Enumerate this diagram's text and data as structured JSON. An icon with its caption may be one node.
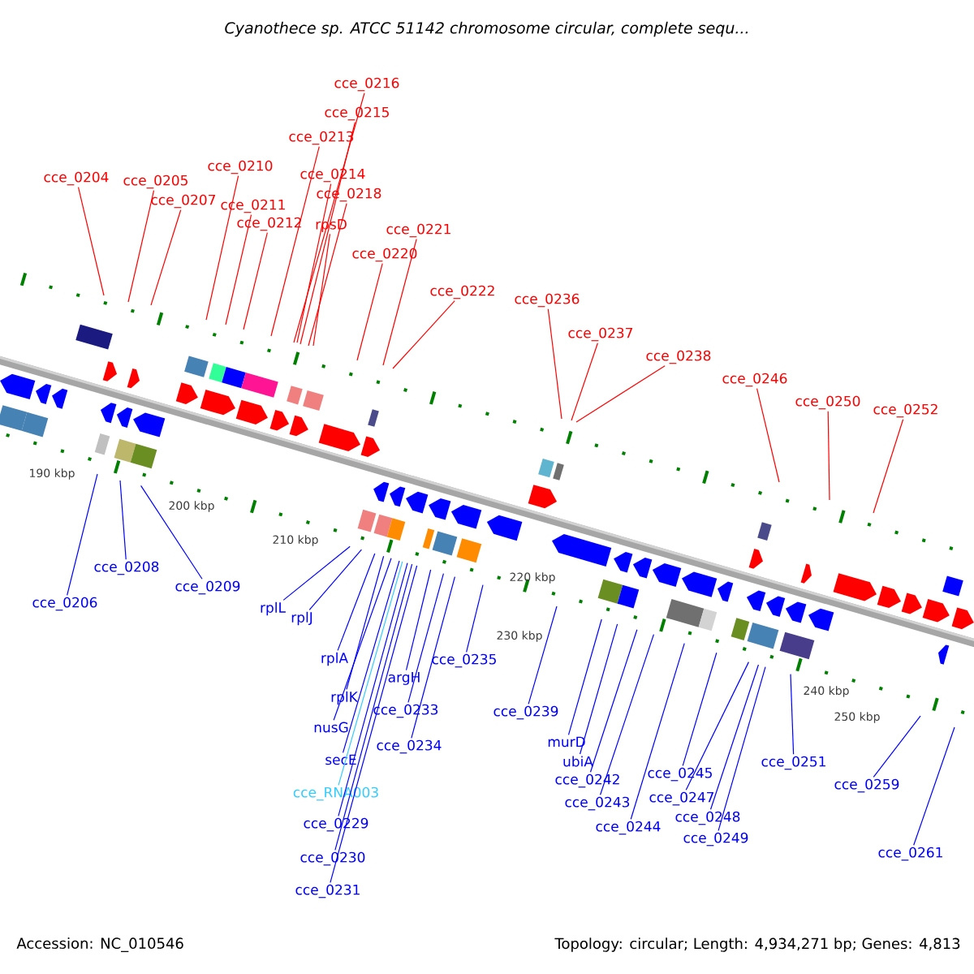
{
  "diagram": {
    "title": "Cyanothece sp. ATCC 51142 chromosome circular, complete sequ...",
    "nodes": [
      {
        "text": [
          "cce_0204"
        ]
      },
      {
        "text": [
          "cce_0205"
        ]
      },
      {
        "text": [
          "cce_0207"
        ]
      },
      {
        "text": [
          "cce_0210"
        ]
      },
      {
        "text": [
          "cce_0211"
        ]
      },
      {
        "text": [
          "cce_0212"
        ]
      },
      {
        "text": [
          "cce_0213"
        ]
      },
      {
        "text": [
          "cce_0214"
        ]
      },
      {
        "text": [
          "cce_0215"
        ]
      },
      {
        "text": [
          "cce_0216"
        ]
      },
      {
        "text": [
          "cce_0218"
        ]
      },
      {
        "text": [
          "rpsD"
        ]
      },
      {
        "text": [
          "cce_0221"
        ]
      },
      {
        "text": [
          "cce_0220"
        ]
      },
      {
        "text": [
          "cce_0222"
        ]
      },
      {
        "text": [
          "cce_0236"
        ]
      },
      {
        "text": [
          "cce_0237"
        ]
      },
      {
        "text": [
          "cce_0238"
        ]
      },
      {
        "text": [
          "cce_0246"
        ]
      },
      {
        "text": [
          "cce_0250"
        ]
      },
      {
        "text": [
          "cce_0252"
        ]
      },
      {
        "text": [
          "cce_0206"
        ]
      },
      {
        "text": [
          "cce_0208"
        ]
      },
      {
        "text": [
          "cce_0209"
        ]
      },
      {
        "text": [
          "rplL"
        ]
      },
      {
        "text": [
          "rplJ"
        ]
      },
      {
        "text": [
          "rplA"
        ]
      },
      {
        "text": [
          "rplK"
        ]
      },
      {
        "text": [
          "nusG"
        ]
      },
      {
        "text": [
          "secE"
        ]
      },
      {
        "text": [
          "cce_RNA003"
        ]
      },
      {
        "text": [
          "cce_0229"
        ]
      },
      {
        "text": [
          "cce_0230"
        ]
      },
      {
        "text": [
          "cce_0231"
        ]
      },
      {
        "text": [
          "argH"
        ]
      },
      {
        "text": [
          "cce_0233"
        ]
      },
      {
        "text": [
          "cce_0234"
        ]
      },
      {
        "text": [
          "cce_0235"
        ]
      },
      {
        "text": [
          "cce_0239"
        ]
      },
      {
        "text": [
          "murD"
        ]
      },
      {
        "text": [
          "ubiA"
        ]
      },
      {
        "text": [
          "cce_0242"
        ]
      },
      {
        "text": [
          "cce_0243"
        ]
      },
      {
        "text": [
          "cce_0244"
        ]
      },
      {
        "text": [
          "cce_0245"
        ]
      },
      {
        "text": [
          "cce_0247"
        ]
      },
      {
        "text": [
          "cce_0248"
        ]
      },
      {
        "text": [
          "cce_0249"
        ]
      },
      {
        "text": [
          "cce_0251"
        ]
      },
      {
        "text": [
          "cce_0259"
        ]
      },
      {
        "text": [
          "cce_0261"
        ]
      }
    ],
    "edges": [
      {
        "from": 0,
        "to": null,
        "arrow": "none",
        "color": "#ff0000"
      },
      {
        "from": 1,
        "to": null,
        "arrow": "none",
        "color": "#ff0000"
      },
      {
        "from": 2,
        "to": null,
        "arrow": "none",
        "color": "#ff0000"
      },
      {
        "from": 3,
        "to": null,
        "arrow": "none",
        "color": "#ff0000"
      },
      {
        "from": 4,
        "to": null,
        "arrow": "none",
        "color": "#ff0000"
      },
      {
        "from": 5,
        "to": null,
        "arrow": "none",
        "color": "#ff0000"
      },
      {
        "from": 6,
        "to": null,
        "arrow": "none",
        "color": "#ff0000"
      },
      {
        "from": 7,
        "to": null,
        "arrow": "none",
        "color": "#ff0000"
      },
      {
        "from": 8,
        "to": null,
        "arrow": "none",
        "color": "#ff0000"
      },
      {
        "from": 9,
        "to": null,
        "arrow": "none",
        "color": "#ff0000"
      },
      {
        "from": 10,
        "to": null,
        "arrow": "none",
        "color": "#ff0000"
      },
      {
        "from": 11,
        "to": null,
        "arrow": "none",
        "color": "#ff0000"
      },
      {
        "from": 12,
        "to": null,
        "arrow": "none",
        "color": "#ff0000"
      },
      {
        "from": 13,
        "to": null,
        "arrow": "none",
        "color": "#ff0000"
      },
      {
        "from": 14,
        "to": null,
        "arrow": "none",
        "color": "#ff0000"
      },
      {
        "from": 15,
        "to": null,
        "arrow": "none",
        "color": "#ff0000"
      },
      {
        "from": 16,
        "to": null,
        "arrow": "none",
        "color": "#ff0000"
      },
      {
        "from": 17,
        "to": null,
        "arrow": "none",
        "color": "#ff0000"
      },
      {
        "from": 18,
        "to": null,
        "arrow": "none",
        "color": "#ff0000"
      },
      {
        "from": 19,
        "to": null,
        "arrow": "none",
        "color": "#ff0000"
      },
      {
        "from": 20,
        "to": null,
        "arrow": "none",
        "color": "#ff0000"
      },
      {
        "from": 21,
        "to": null,
        "arrow": "none"
      },
      {
        "from": 22,
        "to": null,
        "arrow": "none"
      },
      {
        "from": 23,
        "to": null,
        "arrow": "none"
      },
      {
        "from": 24,
        "to": null,
        "arrow": "none"
      },
      {
        "from": 25,
        "to": null,
        "arrow": "none"
      },
      {
        "from": 26,
        "to": null,
        "arrow": "none"
      },
      {
        "from": 27,
        "to": null,
        "arrow": "none"
      },
      {
        "from": 28,
        "to": null,
        "arrow": "none"
      },
      {
        "from": 29,
        "to": null,
        "arrow": "none"
      },
      {
        "from": 30,
        "to": null,
        "arrow": "none",
        "color": "#33ccff"
      },
      {
        "from": 31,
        "to": null,
        "arrow": "none"
      },
      {
        "from": 32,
        "to": null,
        "arrow": "none"
      },
      {
        "from": 33,
        "to": null,
        "arrow": "none"
      },
      {
        "from": 34,
        "to": null,
        "arrow": "none"
      },
      {
        "from": 35,
        "to": null,
        "arrow": "none"
      },
      {
        "from": 36,
        "to": null,
        "arrow": "none"
      },
      {
        "from": 37,
        "to": null,
        "arrow": "none"
      },
      {
        "from": 38,
        "to": null,
        "arrow": "none"
      },
      {
        "from": 39,
        "to": null,
        "arrow": "none"
      },
      {
        "from": 40,
        "to": null,
        "arrow": "none"
      },
      {
        "from": 41,
        "to": null,
        "arrow": "none"
      },
      {
        "from": 42,
        "to": null,
        "arrow": "none"
      },
      {
        "from": 43,
        "to": null,
        "arrow": "none"
      },
      {
        "from": 44,
        "to": null,
        "arrow": "none"
      },
      {
        "from": 45,
        "to": null,
        "arrow": "none"
      },
      {
        "from": 46,
        "to": null,
        "arrow": "none"
      },
      {
        "from": 47,
        "to": null,
        "arrow": "none"
      },
      {
        "from": 48,
        "to": null,
        "arrow": "none"
      },
      {
        "from": 49,
        "to": null,
        "arrow": "none"
      },
      {
        "from": 50,
        "to": null,
        "arrow": "none"
      }
    ],
    "labels": [
      "190 kbp",
      "200 kbp",
      "210 kbp",
      "220 kbp",
      "230 kbp",
      "240 kbp",
      "250 kbp",
      "Accession: NC_010546",
      "Topology: circular; Length: 4,934,271 bp; Genes: 4,813"
    ]
  }
}
